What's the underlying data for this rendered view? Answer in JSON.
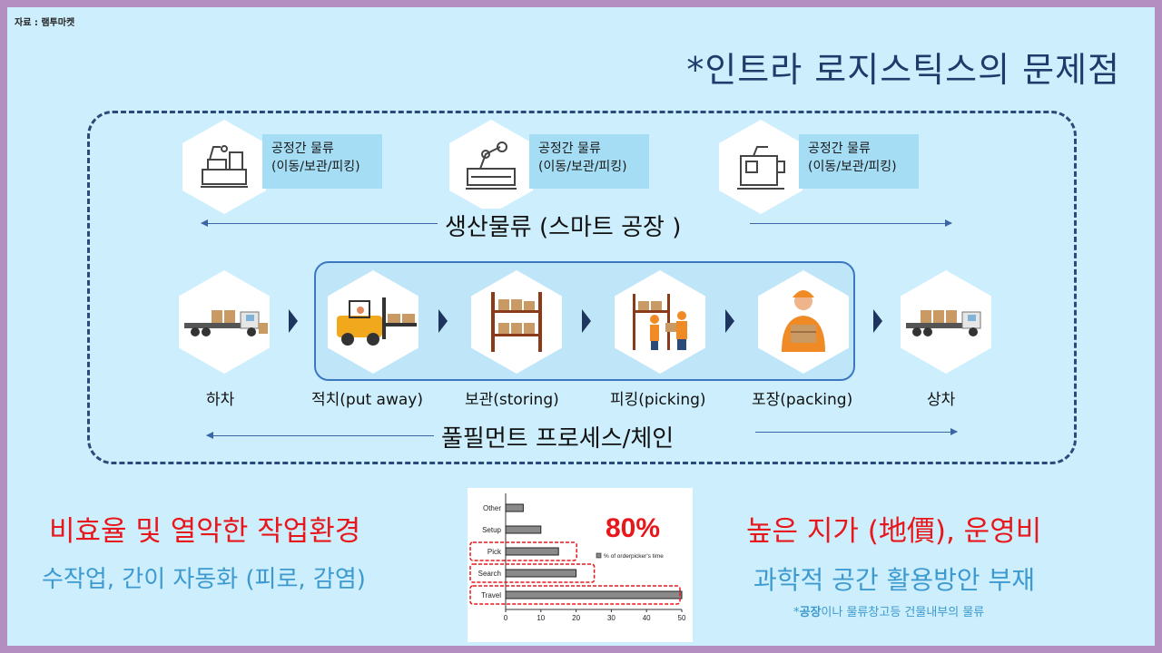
{
  "source": "자료 : 램투마켓",
  "title": "*인트라 로지스틱스의 문제점",
  "process_boxes": [
    {
      "line1": "공정간 물류",
      "line2": "(이동/보관/피킹)"
    },
    {
      "line1": "공정간 물류",
      "line2": "(이동/보관/피킹)"
    },
    {
      "line1": "공정간 물류",
      "line2": "(이동/보관/피킹)"
    }
  ],
  "production_label": "생산물류 (스마트 공장 )",
  "fulfillment_label": "풀필먼트 프로세스/체인",
  "steps": [
    {
      "label": "하차",
      "icon": "truck-icon"
    },
    {
      "label": "적치(put away)",
      "icon": "forklift-icon"
    },
    {
      "label": "보관(storing)",
      "icon": "shelf-icon"
    },
    {
      "label": "피킹(picking)",
      "icon": "picking-worker-icon"
    },
    {
      "label": "포장(packing)",
      "icon": "packing-worker-icon"
    },
    {
      "label": "상차",
      "icon": "truck-icon"
    }
  ],
  "left_heading": {
    "part1": "비효율 및 열악한 ",
    "part2": "작업환경"
  },
  "left_sub": "수작업, 간이 자동화 (피로, 감염)",
  "right_heading": "높은 지가 (地價), 운영비",
  "right_sub": "과학적 공간 활용방안 부재",
  "footnote": {
    "star": "*",
    "bold": "공장",
    "rest": "이나 물류창고등 건물내부의 물류"
  },
  "chart_data": {
    "type": "bar",
    "orientation": "horizontal",
    "categories": [
      "Other",
      "Setup",
      "Pick",
      "Search",
      "Travel"
    ],
    "values": [
      5,
      10,
      15,
      20,
      50
    ],
    "xlim": [
      0,
      50
    ],
    "xticks": [
      0,
      10,
      20,
      30,
      40,
      50
    ],
    "highlight": [
      "Pick",
      "Search",
      "Travel"
    ],
    "annotation_big": "80%",
    "annotation_small": "% of orderpicker's time",
    "colors": {
      "bar": "#8a8a8a",
      "highlight": "#e8171b"
    }
  },
  "colors": {
    "title": "#1f3b6b",
    "red": "#e8171b",
    "blue": "#3d9ad0",
    "frame": "#2a4a7a"
  }
}
